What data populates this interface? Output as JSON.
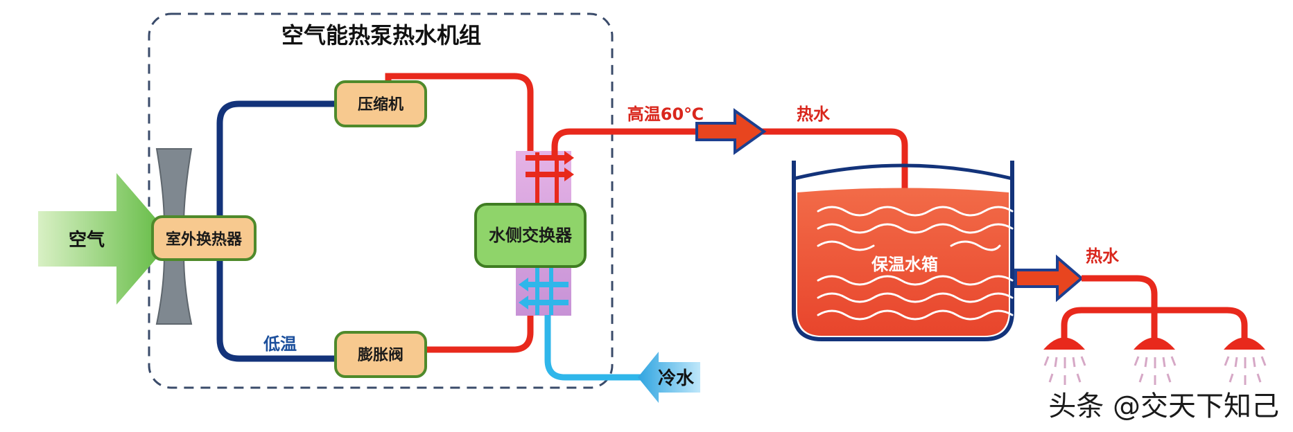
{
  "unit_title": "空气能热泵热水机组",
  "labels": {
    "compressor": "压缩机",
    "outdoor_exchanger": "室外换热器",
    "water_exchanger": "水侧交换器",
    "expansion_valve": "膨胀阀",
    "air": "空气",
    "low_temp": "低温",
    "high_temp": "高温60℃",
    "hot_water_top": "热水",
    "tank": "保温水箱",
    "hot_water_out": "热水",
    "cold_water": "冷水"
  },
  "watermark": "头条 @交天下知己",
  "colors": {
    "hot_pipe": "#e8291c",
    "cold_pipe": "#13337a",
    "cold_water_pipe": "#2fb6ea",
    "box_fill": "#f7c98f",
    "box_border": "#4f8a2b",
    "air_arrow": "#6cc04a",
    "tank_water": "#ef5a3a"
  }
}
